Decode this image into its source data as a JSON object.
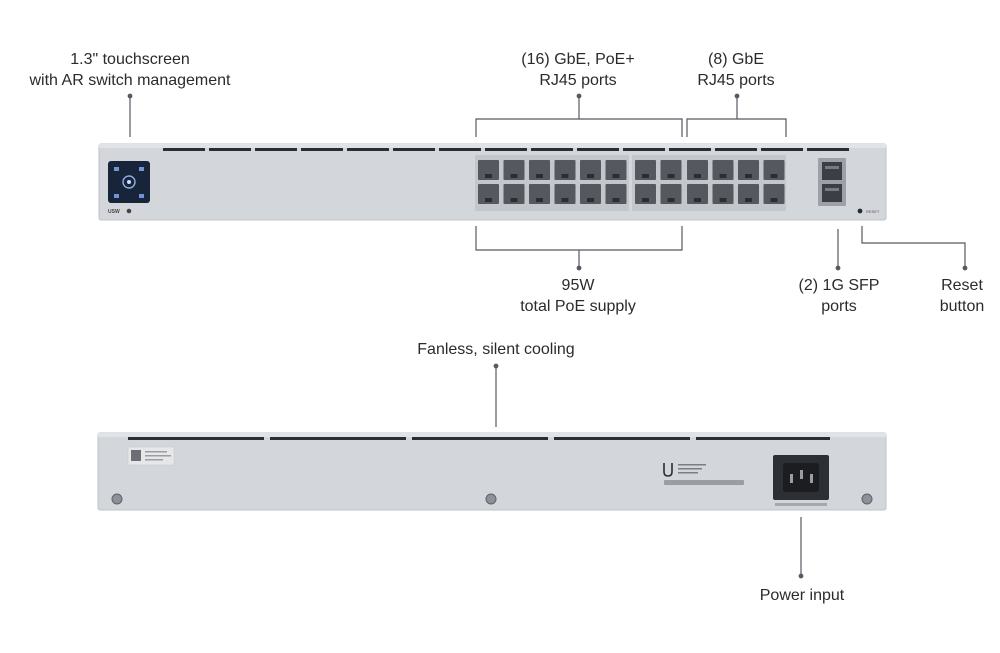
{
  "callouts": {
    "touchscreen": {
      "line1": "1.3\" touchscreen",
      "line2": "with AR switch management"
    },
    "poe_ports": {
      "line1": "(16) GbE, PoE+",
      "line2": "RJ45 ports"
    },
    "gbe_ports": {
      "line1": "(8) GbE",
      "line2": "RJ45 ports"
    },
    "poe_supply": {
      "line1": "95W",
      "line2": "total PoE supply"
    },
    "sfp_ports": {
      "line1": "(2) 1G SFP",
      "line2": "ports"
    },
    "reset_button": {
      "line1": "Reset",
      "line2": "button"
    },
    "cooling": {
      "line1": "Fanless, silent cooling"
    },
    "power": {
      "line1": "Power input"
    }
  },
  "device": {
    "model_badge": "USW",
    "reset_marking": "RESET"
  },
  "colors": {
    "chassis": "#d3d6da",
    "chassis_edge": "#bfc3c8",
    "vent": "#2a2d31",
    "port": "#55595f",
    "screen": "#18243a",
    "leader": "#555a60"
  }
}
